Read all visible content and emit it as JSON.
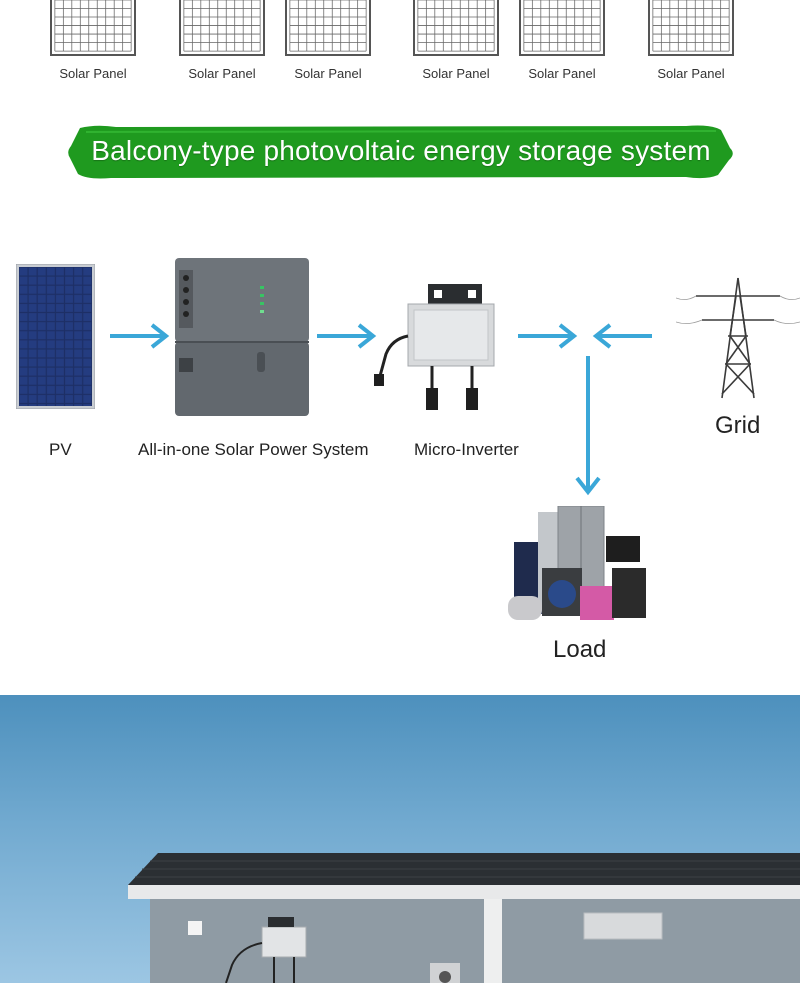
{
  "top_panels": {
    "labels": [
      "Solar Panel",
      "Solar Panel",
      "Solar Panel",
      "Solar Panel",
      "Solar Panel",
      "Solar Panel"
    ]
  },
  "banner": {
    "title": "Balcony-type photovoltaic energy storage system",
    "color": "#1f9a1f"
  },
  "diagram": {
    "arrow_color": "#3aa7d8",
    "nodes": {
      "pv": "PV",
      "all_in_one": "All-in-one Solar Power System",
      "micro_inverter": "Micro-Inverter",
      "grid": "Grid",
      "load": "Load"
    }
  },
  "colors": {
    "sky": "#6aa6cf",
    "roof": "#2b2f33",
    "wall": "#8f9ba4"
  }
}
